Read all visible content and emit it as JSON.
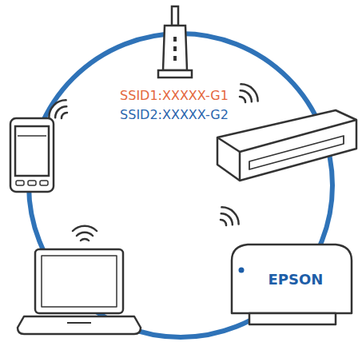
{
  "diagram": {
    "labels": [
      "SSID1:XXXXX-G1",
      "SSID2:XXXXX-G2",
      "EPSON"
    ]
  }
}
